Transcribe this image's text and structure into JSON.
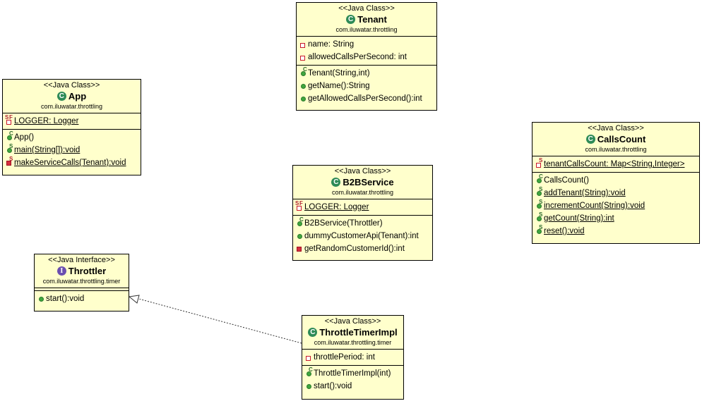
{
  "classes": {
    "tenant": {
      "stereotype": "<<Java Class>>",
      "name": "Tenant",
      "package": "com.iluwatar.throttling",
      "fields": [
        "name: String",
        "allowedCallsPerSecond: int"
      ],
      "methods": [
        "Tenant(String,int)",
        "getName():String",
        "getAllowedCallsPerSecond():int"
      ]
    },
    "app": {
      "stereotype": "<<Java Class>>",
      "name": "App",
      "package": "com.iluwatar.throttling",
      "fields": [
        "LOGGER: Logger"
      ],
      "methods": [
        "App()",
        "main(String[]):void",
        "makeServiceCalls(Tenant):void"
      ]
    },
    "b2bservice": {
      "stereotype": "<<Java Class>>",
      "name": "B2BService",
      "package": "com.iluwatar.throttling",
      "fields": [
        "LOGGER: Logger"
      ],
      "methods": [
        "B2BService(Throttler)",
        "dummyCustomerApi(Tenant):int",
        "getRandomCustomerId():int"
      ]
    },
    "callscount": {
      "stereotype": "<<Java Class>>",
      "name": "CallsCount",
      "package": "com.iluwatar.throttling",
      "fields": [
        "tenantCallsCount: Map<String,Integer>"
      ],
      "methods": [
        "CallsCount()",
        "addTenant(String):void",
        "incrementCount(String):void",
        "getCount(String):int",
        "reset():void"
      ]
    },
    "throttler": {
      "stereotype": "<<Java Interface>>",
      "name": "Throttler",
      "package": "com.iluwatar.throttling.timer",
      "methods": [
        "start():void"
      ]
    },
    "throttletimerimpl": {
      "stereotype": "<<Java Class>>",
      "name": "ThrottleTimerImpl",
      "package": "com.iluwatar.throttling.timer",
      "fields": [
        "throttlePeriod: int"
      ],
      "methods": [
        "ThrottleTimerImpl(int)",
        "start():void"
      ]
    }
  },
  "icons": {
    "class": "C",
    "interface": "I",
    "static": "S",
    "final": "F",
    "constructor": "C"
  },
  "colors": {
    "box_fill": "#ffffcc",
    "public": "#3fa63f",
    "private": "#c8182b",
    "class_icon": "#2e8b57",
    "interface_icon": "#6b4fb0"
  }
}
